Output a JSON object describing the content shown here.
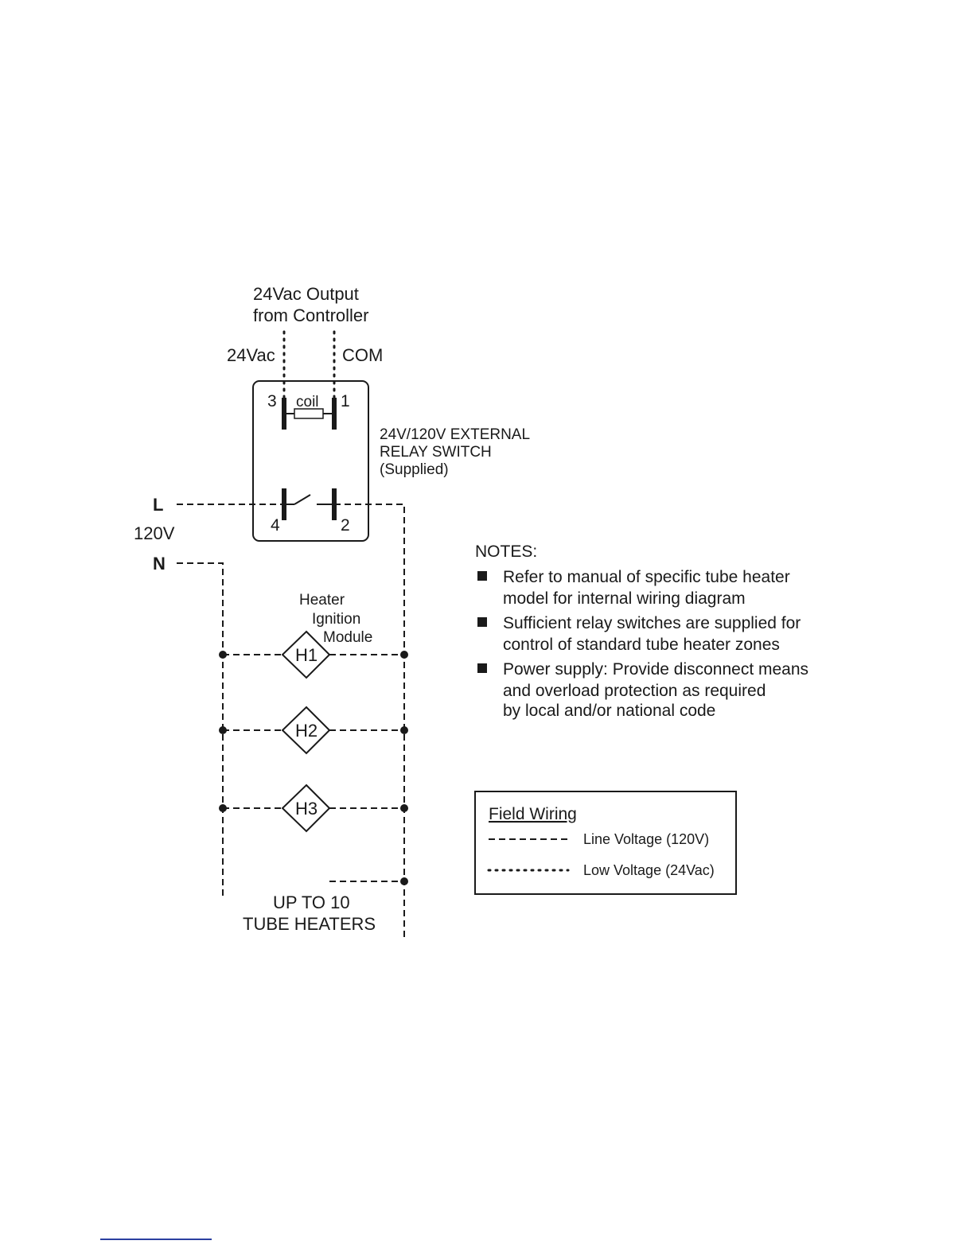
{
  "controller": {
    "title_line1": "24Vac Output",
    "title_line2": "from Controller",
    "terminal_24vac": "24Vac",
    "terminal_com": "COM"
  },
  "relay": {
    "pin3": "3",
    "pin1": "1",
    "pin4": "4",
    "pin2": "2",
    "coil_label": "coil",
    "label_line1": "24V/120V EXTERNAL",
    "label_line2": "RELAY SWITCH",
    "label_line3": "(Supplied)"
  },
  "supply": {
    "line": "L",
    "voltage": "120V",
    "neutral": "N"
  },
  "heaters": {
    "module_line1": "Heater",
    "module_line2": "Ignition",
    "module_line3": "Module",
    "items": [
      "H1",
      "H2",
      "H3"
    ],
    "footer_line1": "UP TO 10",
    "footer_line2": "TUBE HEATERS"
  },
  "notes": {
    "title": "NOTES:",
    "items": [
      {
        "line1": "Refer to manual of specific tube heater",
        "line2": "model for internal wiring diagram"
      },
      {
        "line1": "Sufficient relay switches are supplied for",
        "line2": "control of standard tube heater zones"
      },
      {
        "line1": "Power supply: Provide disconnect means",
        "line2": "and overload protection as required",
        "line3": "by local and/or national code"
      }
    ]
  },
  "legend": {
    "title": "Field Wiring",
    "line_voltage": "Line Voltage (120V)",
    "low_voltage": "Low Voltage (24Vac)"
  }
}
